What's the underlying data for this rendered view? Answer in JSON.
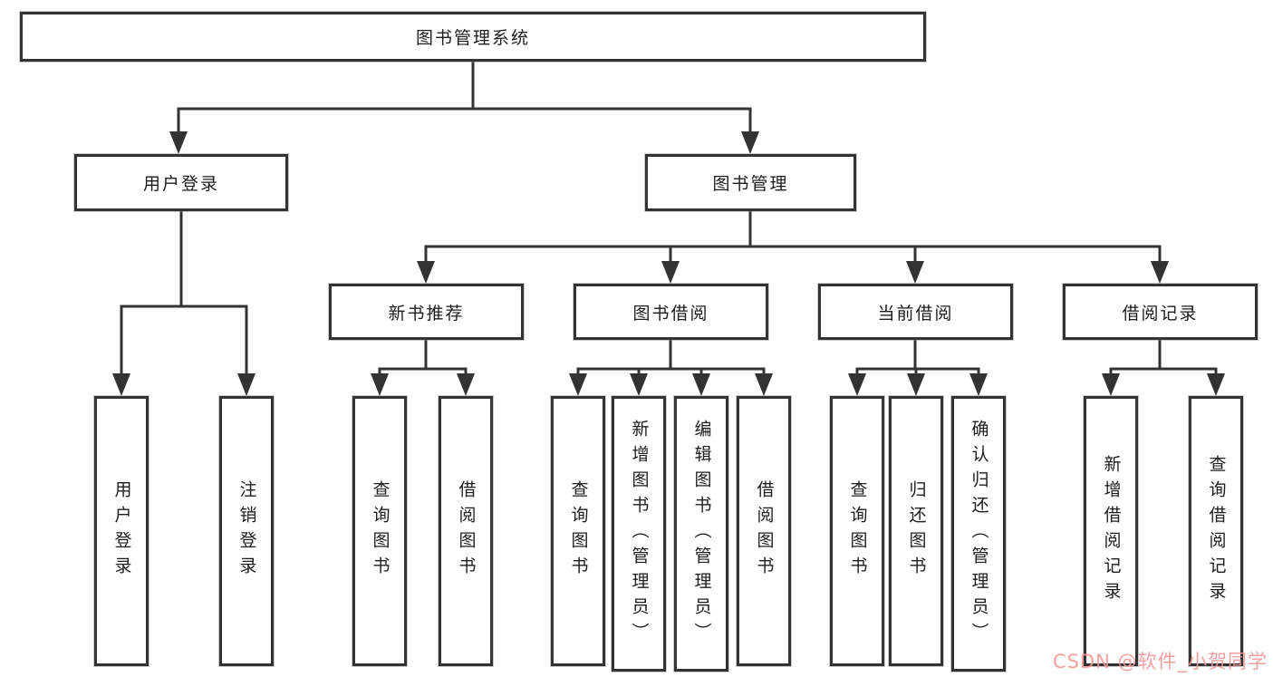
{
  "diagram": {
    "root": "图书管理系统",
    "level2": {
      "user_login": "用户登录",
      "book_mgmt": "图书管理"
    },
    "level3": {
      "new_books": "新书推荐",
      "book_borrow": "图书借阅",
      "current_borrow": "当前借阅",
      "borrow_records": "借阅记录"
    },
    "leaves": {
      "login": "用户登录",
      "logout": "注销登录",
      "nb_query": "查询图书",
      "nb_borrow": "借阅图书",
      "bb_query": "查询图书",
      "bb_add": "新增图书（管理员）",
      "bb_edit": "编辑图书（管理员）",
      "bb_borrow": "借阅图书",
      "cb_query": "查询图书",
      "cb_return": "归还图书",
      "cb_confirm": "确认归还（管理员）",
      "br_add": "新增借阅记录",
      "br_query": "查询借阅记录"
    },
    "line_color": "#333333",
    "box_border_color": "#333333",
    "text_color": "#1d1d1d",
    "box_fill": "#ffffff"
  },
  "watermark": {
    "text": "CSDN @软件_小贺同学",
    "color": "#f29696"
  }
}
